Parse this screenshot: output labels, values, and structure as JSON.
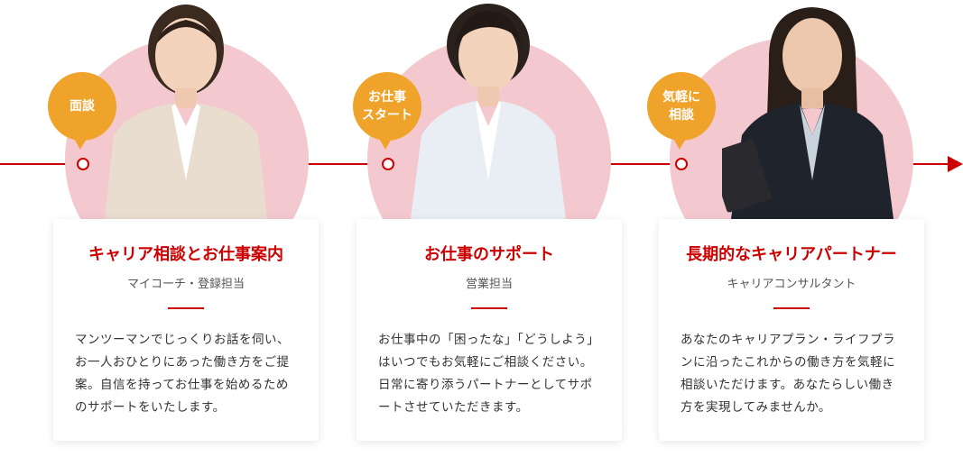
{
  "colors": {
    "accent": "#cc0000",
    "bubble": "#f0a32a",
    "circle": "#f3c9cf"
  },
  "steps": [
    {
      "bubble": "面談",
      "title": "キャリア相談とお仕事案内",
      "role": "マイコーチ・登録担当",
      "description": "マンツーマンでじっくりお話を伺い、お一人おひとりにあった働き方をご提案。自信を持ってお仕事を始めるためのサポートをいたします。"
    },
    {
      "bubble": "お仕事\nスタート",
      "title": "お仕事のサポート",
      "role": "営業担当",
      "description": "お仕事中の「困ったな」「どうしよう」はいつでもお気軽にご相談ください。日常に寄り添うパートナーとしてサポートさせていただきます。"
    },
    {
      "bubble": "気軽に\n相談",
      "title": "長期的なキャリアパートナー",
      "role": "キャリアコンサルタント",
      "description": "あなたのキャリアプラン・ライフプランに沿ったこれからの働き方を気軽に相談いただけます。あなたらしい働き方を実現してみませんか。"
    }
  ]
}
